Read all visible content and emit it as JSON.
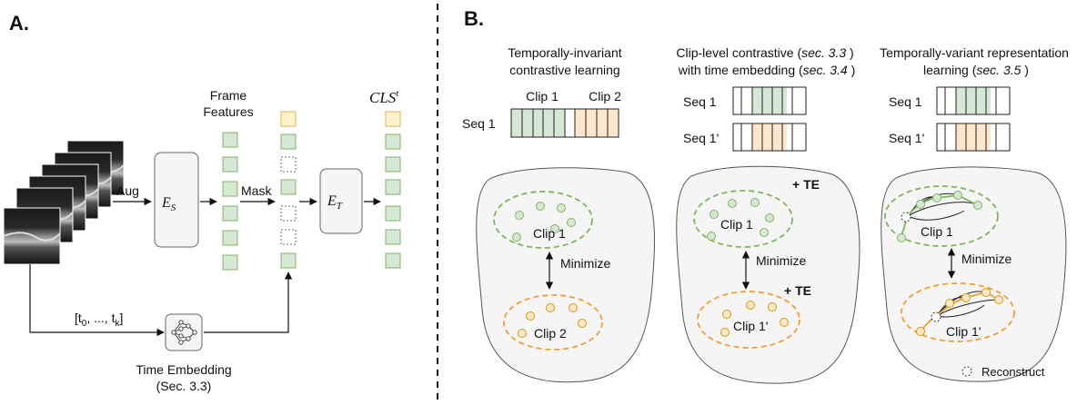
{
  "panel_a": {
    "label": "A.",
    "frame_features_line1": "Frame",
    "frame_features_line2": "Features",
    "cls_token": "CLS",
    "cls_sup": "t",
    "aug": "Aug",
    "mask": "Mask",
    "encoder_s": "E",
    "encoder_s_sub": "S",
    "encoder_t": "E",
    "encoder_t_sub": "T",
    "time_seq_open": "[t",
    "time_seq_0": "0",
    "time_seq_mid": ", ..., t",
    "time_seq_k": "k",
    "time_seq_close": "]",
    "time_embedding": "Time Embedding",
    "time_embedding_ref": "(Sec. 3.3)"
  },
  "panel_b": {
    "label": "B.",
    "col1": {
      "title_line1": "Temporally-invariant",
      "title_line2": "contrastive learning",
      "clip1": "Clip 1",
      "clip2": "Clip 2",
      "seq": "Seq 1",
      "minimize": "Minimize",
      "blob_clip_top": "Clip 1",
      "blob_clip_bottom": "Clip 2"
    },
    "col2": {
      "title_line1_a": "Clip-level contrastive (",
      "title_line1_ref": "sec. 3.3",
      "title_line1_b": " )",
      "title_line2_a": "with time embedding (",
      "title_line2_ref": "sec. 3.4",
      "title_line2_b": " )",
      "seq1": "Seq 1",
      "seq1p": "Seq 1'",
      "te_top": "+ TE",
      "te_bottom": "+ TE",
      "minimize": "Minimize",
      "blob_clip_top": "Clip 1",
      "blob_clip_bottom": "Clip 1'"
    },
    "col3": {
      "title_line1": "Temporally-variant representation",
      "title_line2_a": "learning (",
      "title_line2_ref": "sec. 3.5",
      "title_line2_b": " )",
      "seq1": "Seq 1",
      "seq1p": "Seq 1'",
      "minimize": "Minimize",
      "blob_clip_top": "Clip 1",
      "blob_clip_bottom": "Clip 1'",
      "legend_reconstruct": "Reconstruct"
    }
  },
  "colors": {
    "green_fill": "#d5e8d4",
    "green_stroke": "#82b366",
    "green_dash": "#7fb65a",
    "orange_fill": "#ffe6cc",
    "orange_stroke": "#d79b00",
    "orange_dash": "#f0a030",
    "yellow_fill": "#fff2cc",
    "yellow_stroke": "#d6b656",
    "blob_fill": "#f5f5f5",
    "box_fill": "#f5f5f5"
  }
}
